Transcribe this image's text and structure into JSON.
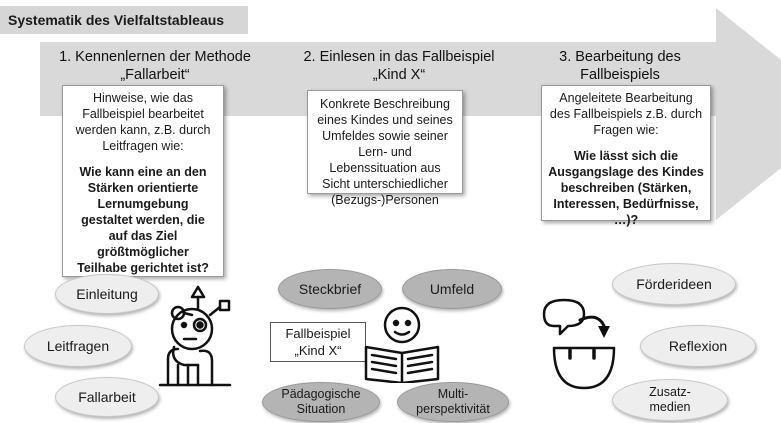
{
  "title": "Systematik des Vielfaltstableaus",
  "steps": [
    {
      "label": "1. Kennenlernen der Methode\n„Fallarbeit“",
      "box_text": "Hinweise, wie das Fallbeispiel bearbeitet werden kann, z.B. durch Leitfragen wie:",
      "box_bold": "Wie kann eine an den Stärken orientierte Lernumgebung gestaltet werden, die auf das Ziel größtmöglicher Teilhabe gerichtet ist?"
    },
    {
      "label": "2. Einlesen in das Fallbeispiel\n„Kind X“",
      "box_text": "Konkrete Beschreibung eines Kindes und seines Umfeldes sowie seiner Lern- und Lebenssituation aus Sicht unterschiedlicher (Bezugs-)Personen",
      "box_bold": ""
    },
    {
      "label": "3. Bearbeitung des\nFallbeispiels",
      "box_text": "Angeleitete Bearbeitung des Fallbeispiels z.B. durch Fragen wie:",
      "box_bold": "Wie lässt sich die Ausgangslage des Kindes beschreiben (Stärken, Interessen, Bedürfnisse, …)?"
    }
  ],
  "ovals_left": [
    "Einleitung",
    "Leitfragen",
    "Fallarbeit"
  ],
  "ovals_middle": [
    "Steckbrief",
    "Umfeld",
    "Pädagogische Situation",
    "Multi-perspektivität"
  ],
  "ovals_right": [
    "Förderideen",
    "Reflexion",
    "Zusatz-medien"
  ],
  "case_label": "Fallbeispiel\n„Kind X“",
  "colors": {
    "arrow": "#d9d9d9",
    "oval_light": "#eeeeee",
    "oval_dark": "#b4b4b4"
  }
}
